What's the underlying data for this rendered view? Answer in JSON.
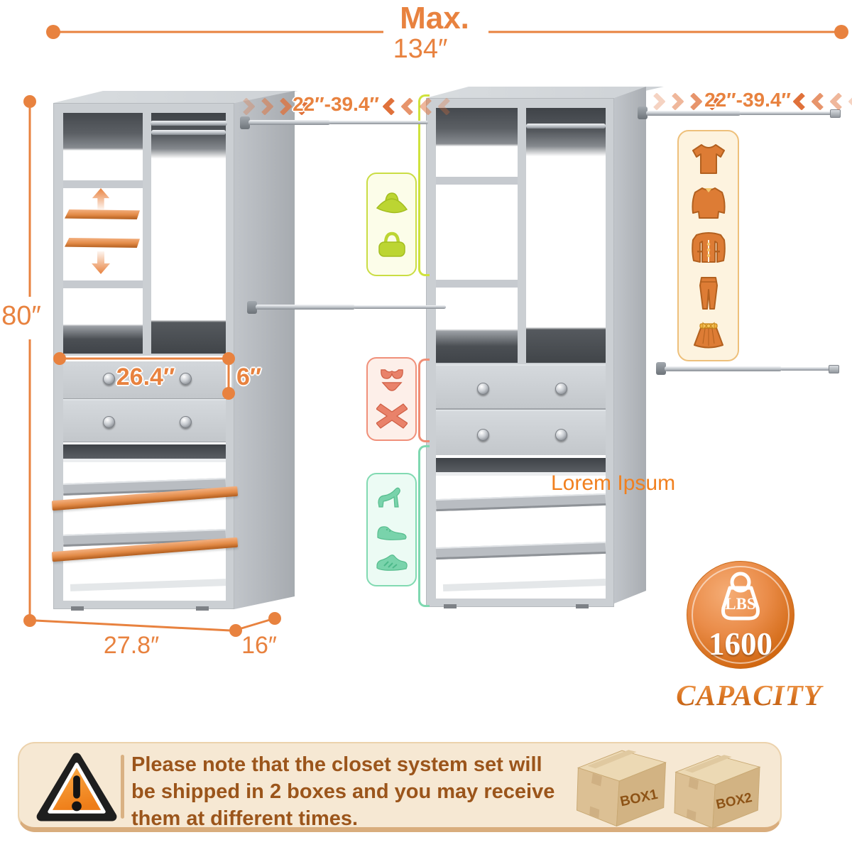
{
  "title_dimension": {
    "label": "Max.",
    "value": "134″"
  },
  "dimensions": {
    "overall_height": "80″",
    "rod_left": "22″-39.4″",
    "rod_right": "22″-39.4″",
    "drawer_width": "26.4″",
    "drawer_height": "6″",
    "unit_width": "27.8″",
    "unit_depth": "16″"
  },
  "watermark": "Lorem Ipsum",
  "capacity_badge": {
    "lbs": "LBS",
    "value": "1600",
    "label": "CAPACITY"
  },
  "notice": {
    "line1": "Please note that the closet system set will",
    "line2": "be shipped in 2 boxes and you may receive",
    "line3": "them at different times.",
    "box1": "BOX1",
    "box2": "BOX2"
  },
  "icon_panels": {
    "accessories": [
      "sun-hat-icon",
      "handbag-icon"
    ],
    "clothing": [
      "tshirt-icon",
      "shirt-icon",
      "jacket-icon",
      "pants-icon",
      "skirt-icon"
    ],
    "no_underwear": [
      "underwear-icon",
      "cross-icon"
    ],
    "shoes": [
      "high-heel-icon",
      "dress-shoe-icon",
      "sneaker-icon"
    ]
  },
  "colors": {
    "accent_orange": "#e8823f",
    "chevron_orange": "#e0713a",
    "shelf_highlight_orange": "#e28a46",
    "lime": "#bcd532",
    "salmon": "#e9826a",
    "mint": "#79d3ab",
    "clothing_orange": "#dd7c35",
    "banner_bg": "#f6e8d3",
    "banner_text_brown": "#9b551b",
    "badge_orange": "#d0660f",
    "cardboard": "#d9bd90",
    "closet_gray": "#cbcfd3"
  }
}
